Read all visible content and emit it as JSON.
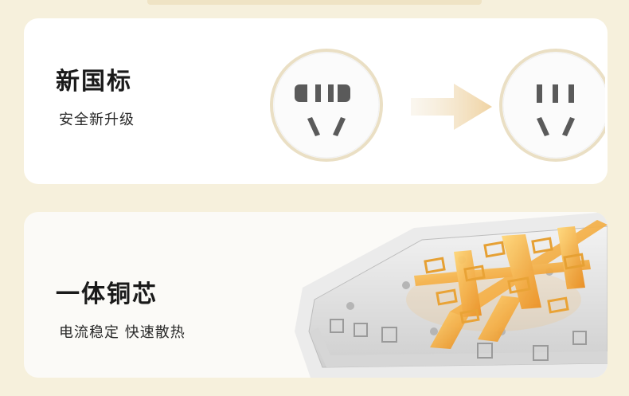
{
  "features": [
    {
      "title": "新国标",
      "subtitle": "安全新升级"
    },
    {
      "title": "一体铜芯",
      "subtitle": "电流稳定 快速散热"
    }
  ],
  "colors": {
    "background": "#f6f0dc",
    "card": "#ffffff",
    "socket_ring": "#e9dcbe",
    "arrow": "#f0d9b0",
    "copper": "#f2a93b"
  },
  "icons": [
    "old-socket-icon",
    "arrow-right-icon",
    "new-socket-icon",
    "power-strip-illustration"
  ]
}
